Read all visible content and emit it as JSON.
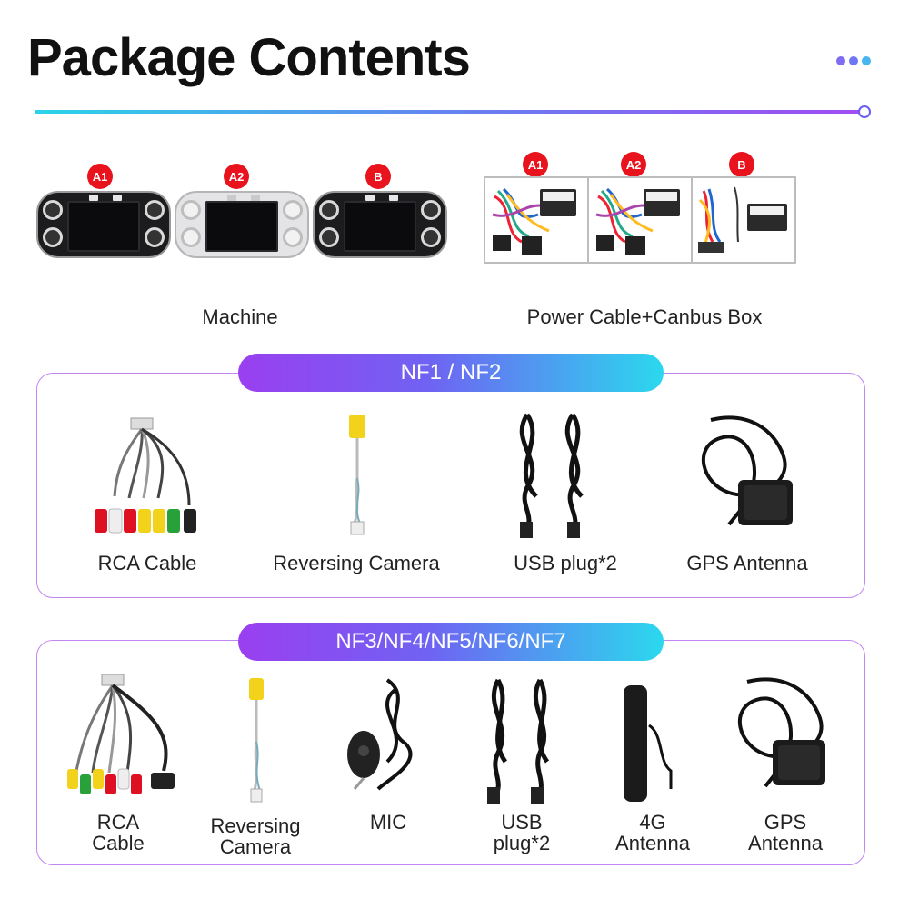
{
  "header": {
    "title": "Package Contents"
  },
  "colors": {
    "accent_purple": "#a24cf2",
    "accent_cyan": "#2ad4e8",
    "badge_red": "#e8131c"
  },
  "top_section": {
    "machine_badges": [
      "A1",
      "A2",
      "B"
    ],
    "machine_caption": "Machine",
    "cable_badges": [
      "A1",
      "A2",
      "B"
    ],
    "cable_caption": "Power Cable+Canbus Box"
  },
  "nf12": {
    "label": "NF1 / NF2",
    "items": [
      {
        "label": "RCA Cable",
        "icon": "rca-cable-icon"
      },
      {
        "label": "Reversing Camera",
        "icon": "reversing-camera-cable-icon"
      },
      {
        "label": "USB plug*2",
        "icon": "usb-cable-icon"
      },
      {
        "label": "GPS Antenna",
        "icon": "gps-antenna-icon"
      }
    ]
  },
  "nf37": {
    "label": "NF3/NF4/NF5/NF6/NF7",
    "items": [
      {
        "line1": "RCA",
        "line2": "Cable",
        "icon": "rca-cable-icon"
      },
      {
        "line1": "Reversing",
        "line2": "Camera",
        "icon": "reversing-camera-cable-icon"
      },
      {
        "line1": "MIC",
        "icon": "microphone-icon"
      },
      {
        "line1": "USB",
        "line2": "plug*2",
        "icon": "usb-cable-icon"
      },
      {
        "line1": "4G",
        "line2": "Antenna",
        "icon": "4g-antenna-icon"
      },
      {
        "line1": "GPS",
        "line2": "Antenna",
        "icon": "gps-antenna-icon"
      }
    ]
  }
}
